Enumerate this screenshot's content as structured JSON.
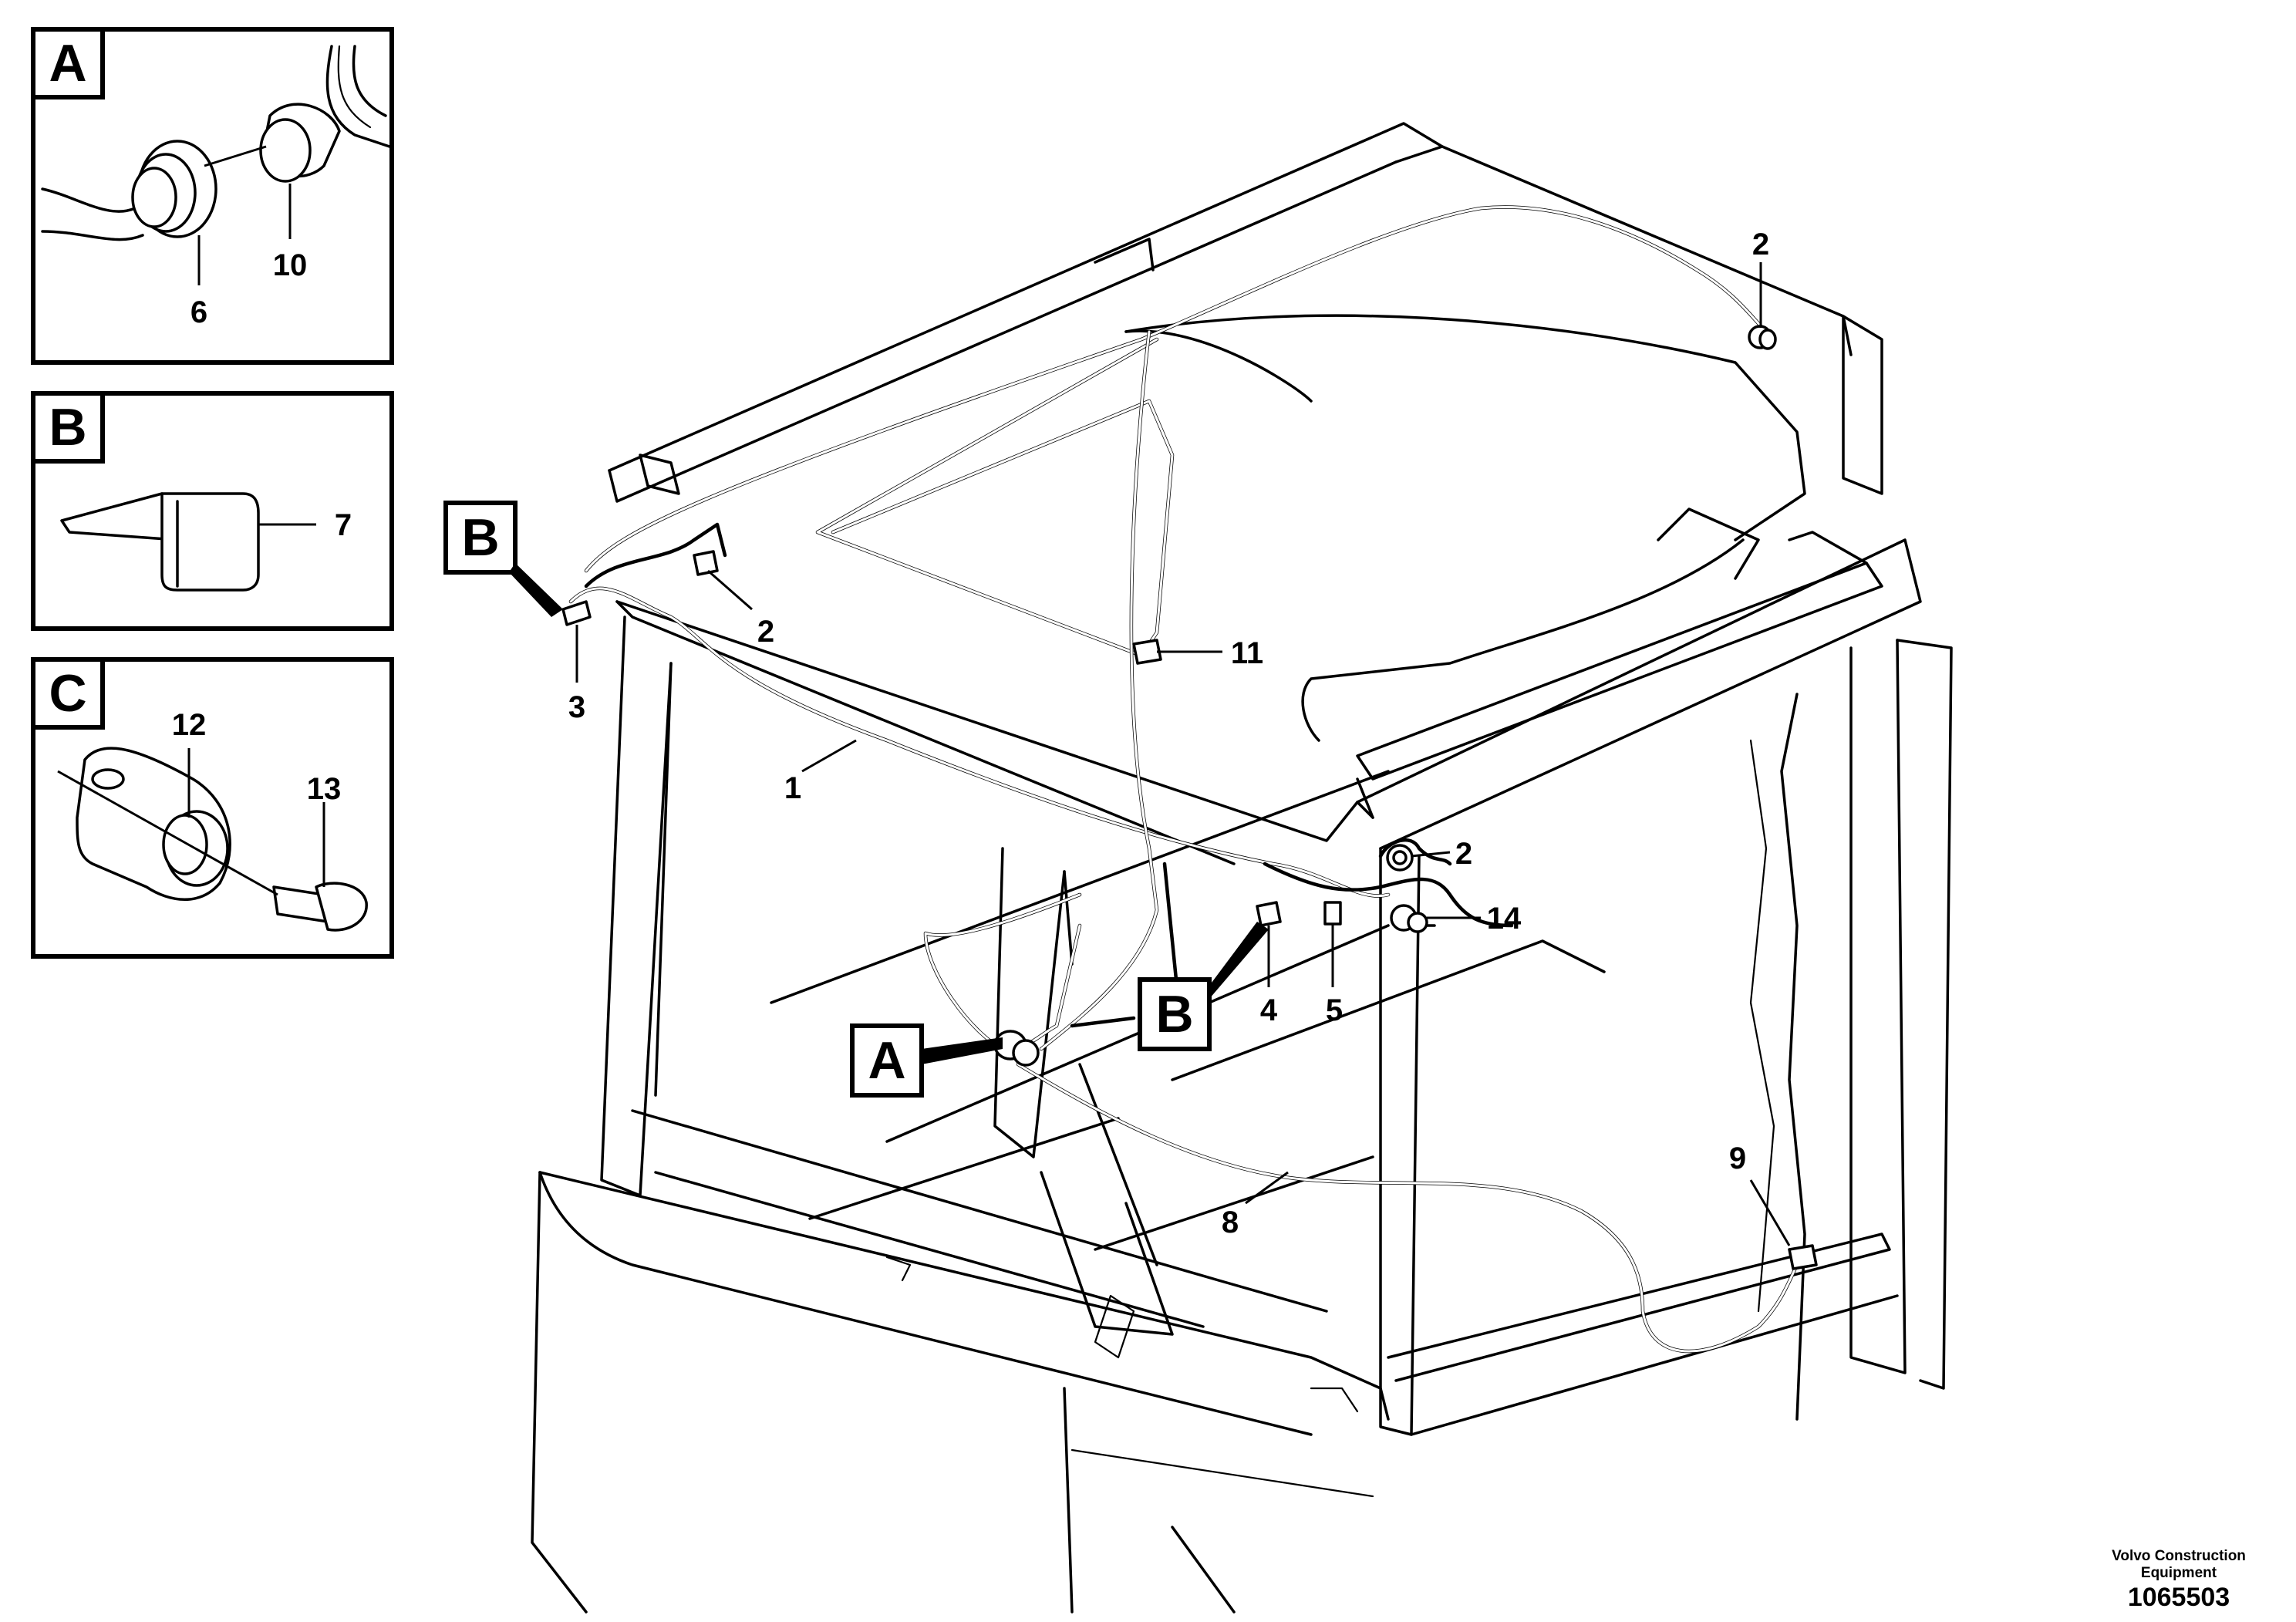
{
  "insets": [
    {
      "letter": "A",
      "callouts": [
        "6",
        "10"
      ]
    },
    {
      "letter": "B",
      "callouts": [
        "7"
      ]
    },
    {
      "letter": "C",
      "callouts": [
        "12",
        "13"
      ]
    }
  ],
  "view_tags": [
    "B",
    "B",
    "A"
  ],
  "callouts": {
    "c1": "1",
    "c2_top": "2",
    "c2_left": "2",
    "c2_right": "2",
    "c3": "3",
    "c4": "4",
    "c5": "5",
    "c8": "8",
    "c9": "9",
    "c11": "11",
    "c14": "14"
  },
  "footer": {
    "company": "Volvo Construction Equipment",
    "number": "1065503"
  }
}
